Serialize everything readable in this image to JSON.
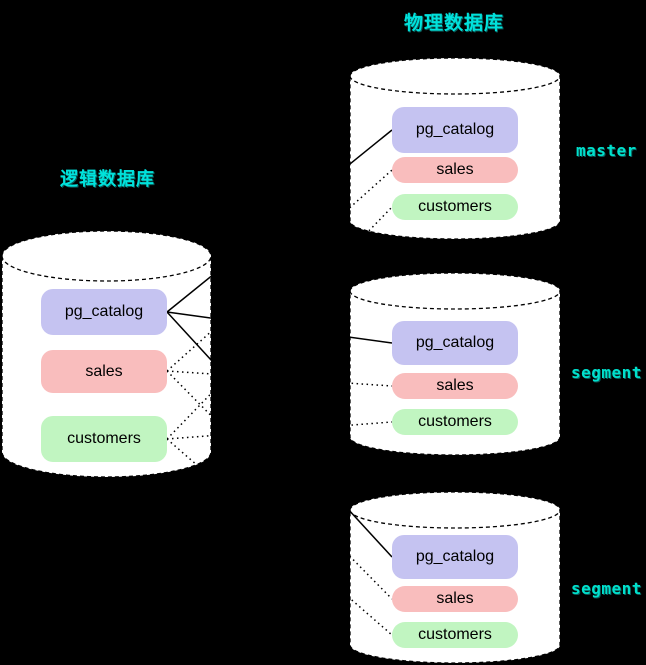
{
  "titles": {
    "physical": "物理数据库",
    "logical": "逻辑数据库"
  },
  "logical_db": {
    "tables": [
      "pg_catalog",
      "sales",
      "customers"
    ]
  },
  "physical_dbs": [
    {
      "role": "master",
      "tables": [
        "pg_catalog",
        "sales",
        "customers"
      ]
    },
    {
      "role": "segment",
      "tables": [
        "pg_catalog",
        "sales",
        "customers"
      ]
    },
    {
      "role": "segment",
      "tables": [
        "pg_catalog",
        "sales",
        "customers"
      ]
    }
  ],
  "connections": {
    "pg_catalog_style": "solid",
    "sales_style": "dotted",
    "customers_style": "dotted"
  },
  "colors": {
    "background": "#000000",
    "cylinder_fill": "#ffffff",
    "outline": "#000000",
    "label_cyan": "#00e2dc",
    "table_pg_catalog": "#c5c3f1",
    "table_sales": "#f9bdbd",
    "table_customers": "#c1f5c1"
  }
}
